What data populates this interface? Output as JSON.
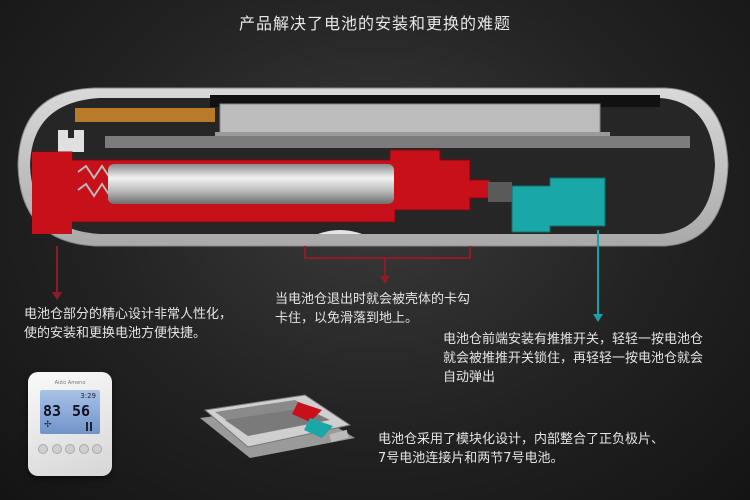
{
  "title": "产品解决了电池的安装和更换的难题",
  "captions": {
    "left": [
      "电池仓部分的精心设计非常人性化，",
      "使的安装和更换电池方便快捷。"
    ],
    "middle": [
      "当电池仓退出时就会被壳体的卡勾",
      "卡住，以免滑落到地上。"
    ],
    "right": [
      "电池仓前端安装有推推开关，轻轻一按电池仓",
      "就会被推推开关锁住，再轻轻一按电池仓就会",
      "自动弹出"
    ],
    "bottom": [
      "电池仓采用了模块化设计，内部整合了正负极片、",
      "7号电池连接片和两节7号电池。"
    ]
  },
  "thermostat": {
    "brand": "Auto Ameno",
    "time": "3:29",
    "temperature": "83",
    "humidity": "56"
  },
  "colors": {
    "battery_compartment": "#c8101a",
    "push_switch": "#1aa7a8",
    "shell": "#cfcfcf",
    "pointer_red": "#8e1b25",
    "pointer_teal": "#1aa0a8"
  }
}
